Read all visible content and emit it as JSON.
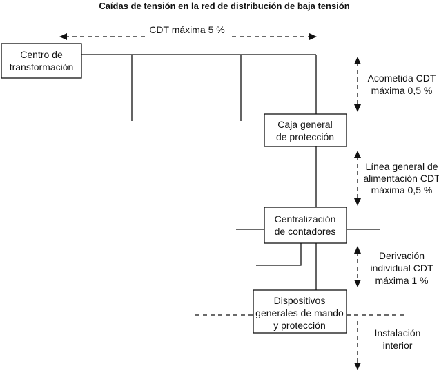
{
  "title": "Caídas de tensión en la red de distribución de baja tensión",
  "nodes": {
    "transformer": [
      "Centro de",
      "transformación"
    ],
    "protection_box": [
      "Caja general",
      "de protección"
    ],
    "meters": [
      "Centralización",
      "de contadores"
    ],
    "control_devices": [
      "Dispositivos",
      "generales de mando",
      "y protección"
    ]
  },
  "labels": {
    "distribution": "CDT máxima 5 %",
    "acometida": [
      "Acometida CDT",
      "máxima 0,5 %"
    ],
    "linea_general": [
      "Línea general de",
      "alimentación CDT",
      "máxima 0,5 %"
    ],
    "derivacion": [
      "Derivación",
      "individual CDT",
      "máxima 1 %"
    ],
    "instalacion": [
      "Instalación",
      "interior"
    ]
  }
}
